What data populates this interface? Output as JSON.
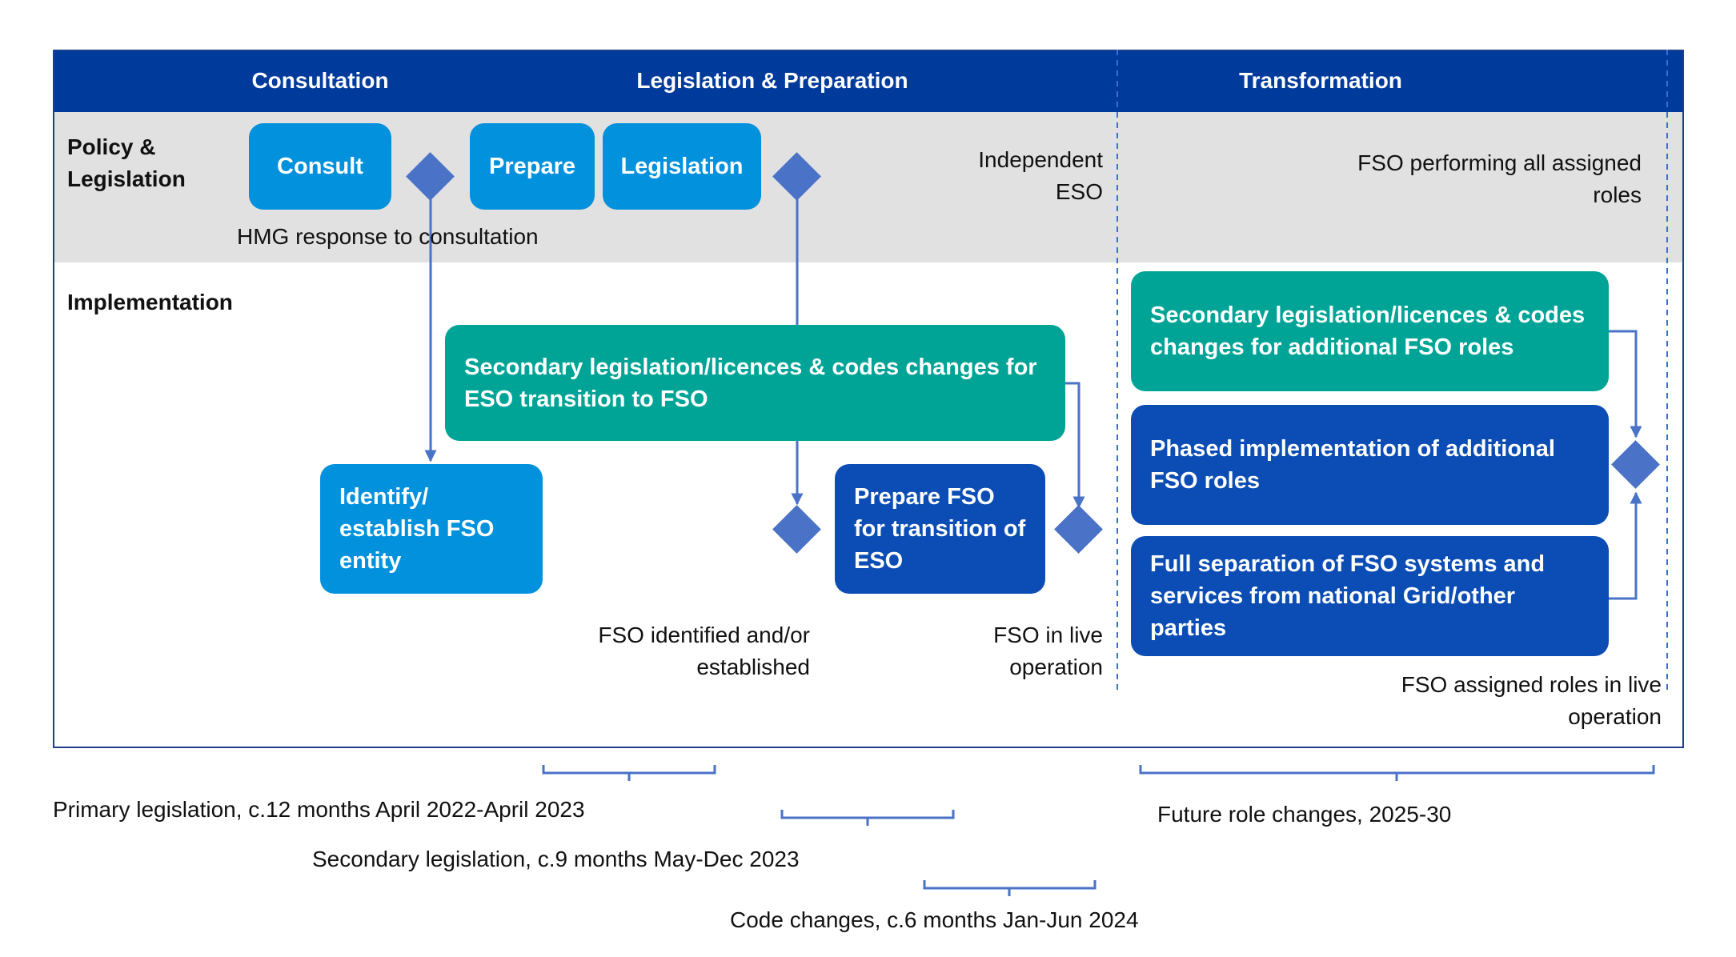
{
  "phases": {
    "consultation": "Consultation",
    "legislation_preparation": "Legislation & Preparation",
    "transformation": "Transformation"
  },
  "rows": {
    "policy": "Policy & Legislation",
    "implementation": "Implementation"
  },
  "policy_boxes": {
    "consult": "Consult",
    "prepare": "Prepare",
    "legislation": "Legislation"
  },
  "policy_notes": {
    "hmg_response": "HMG response to consultation",
    "independent_eso": "Independent ESO",
    "fso_performing": "FSO performing all assigned roles"
  },
  "implementation_boxes": {
    "secondary_eso": "Secondary legislation/licences & codes changes for ESO transition to FSO",
    "identify_fso": "Identify/ establish FSO entity",
    "prepare_fso": "Prepare FSO for transition of ESO",
    "secondary_additional": "Secondary legislation/licences & codes changes for additional FSO roles",
    "phased": "Phased implementation of additional FSO roles",
    "full_separation": "Full separation of FSO systems and services from national Grid/other parties"
  },
  "milestones": {
    "fso_identified": "FSO identified and/or established",
    "fso_live": "FSO in live operation",
    "fso_assigned_live": "FSO assigned roles in live operation"
  },
  "timeline": {
    "primary": "Primary legislation, c.12 months April 2022-April 2023",
    "secondary": "Secondary legislation, c.9 months May-Dec 2023",
    "code_changes": "Code changes, c.6 months Jan-Jun 2024",
    "future": "Future role changes, 2025-30"
  },
  "colors": {
    "header": "#003a9b",
    "light_blue_box": "#0291dc",
    "teal_box": "#00a496",
    "dark_blue_box": "#0b4db4",
    "diamond": "#4a72c7",
    "band": "#e1e1e1"
  }
}
